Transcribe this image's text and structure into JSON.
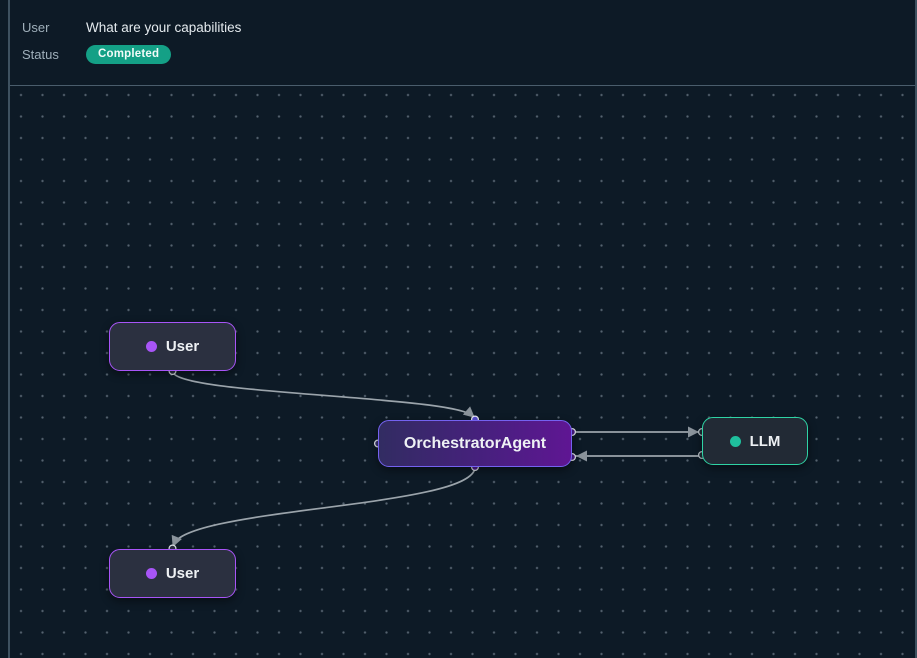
{
  "header": {
    "user_label": "User",
    "user_value": "What are your capabilities",
    "status_label": "Status",
    "status_value": "Completed"
  },
  "flow": {
    "nodes": {
      "user_top": {
        "label": "User",
        "type": "user",
        "accent": "#a855f7"
      },
      "orchestrator": {
        "label": "OrchestratorAgent",
        "type": "agent",
        "accent": "#7462f0"
      },
      "llm": {
        "label": "LLM",
        "type": "llm",
        "accent": "#2fd3a5"
      },
      "user_bottom": {
        "label": "User",
        "type": "user",
        "accent": "#a855f7"
      }
    },
    "edges": [
      {
        "source": "user_top",
        "target": "orchestrator"
      },
      {
        "source": "orchestrator",
        "target": "llm"
      },
      {
        "source": "llm",
        "target": "orchestrator"
      },
      {
        "source": "orchestrator",
        "target": "user_bottom"
      }
    ]
  },
  "colors": {
    "background": "#0d1a26",
    "panel_border": "#3e5160",
    "status_badge": "#14a086",
    "edge": "#9ba4ab",
    "user_node_border": "#a855f7",
    "llm_node_border": "#2fd3a5",
    "orchestrator_gradient_start": "#322c62",
    "orchestrator_gradient_end": "#5f1693",
    "grid_dot": "#55636f"
  }
}
